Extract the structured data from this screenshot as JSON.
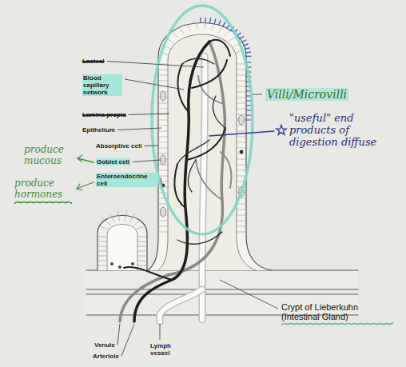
{
  "diagram": {
    "labels": [
      "Lacteal",
      "Blood capillary network",
      "Lamina propia",
      "Epithelium",
      "Absorptive cell",
      "produce mucous",
      "Goblet cell",
      "produce hormones",
      "Enteroendocrine cell",
      "Villi/Microvilli",
      "\"useful\" end products of digestion diffuse",
      "Crypt of Lieberkuhn (Intestinal Gland)",
      "Venule",
      "Arteriole",
      "Lymph vessel"
    ]
  }
}
